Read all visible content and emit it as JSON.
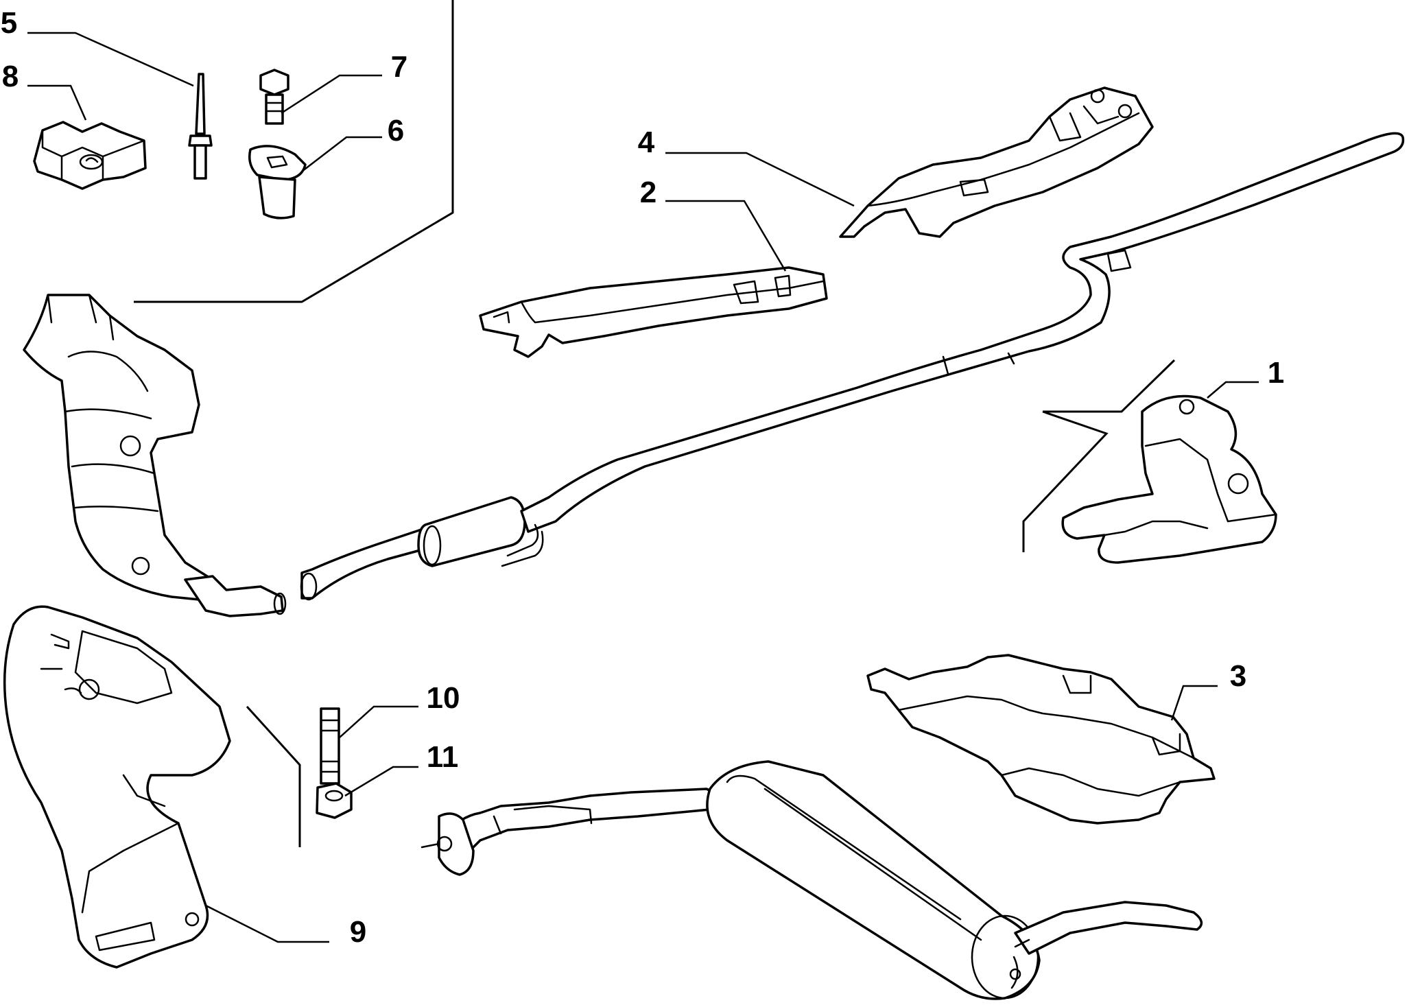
{
  "diagram": {
    "callouts": [
      {
        "id": "c1",
        "label": "1"
      },
      {
        "id": "c2",
        "label": "2"
      },
      {
        "id": "c3",
        "label": "3"
      },
      {
        "id": "c4",
        "label": "4"
      },
      {
        "id": "c5",
        "label": "5"
      },
      {
        "id": "c6",
        "label": "6"
      },
      {
        "id": "c7",
        "label": "7"
      },
      {
        "id": "c8",
        "label": "8"
      },
      {
        "id": "c9",
        "label": "9"
      },
      {
        "id": "c10",
        "label": "10"
      },
      {
        "id": "c11",
        "label": "11"
      }
    ]
  },
  "colors": {
    "line": "#000000",
    "background": "#ffffff"
  }
}
